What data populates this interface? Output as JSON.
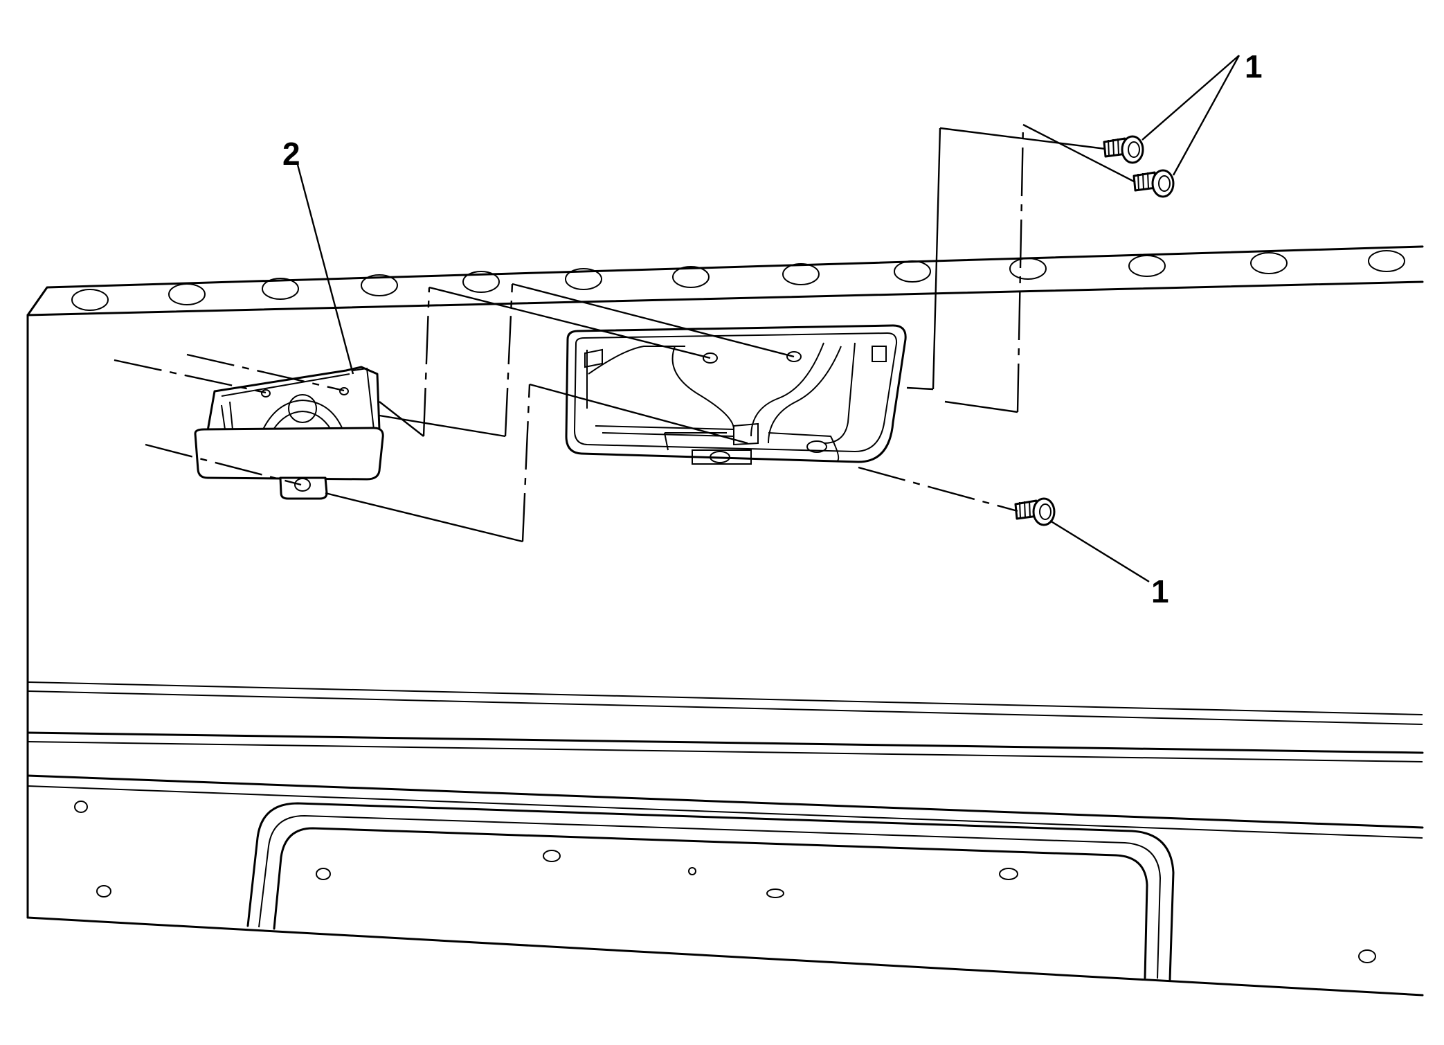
{
  "callouts": {
    "bolt_top": "1",
    "bolt_lower": "1",
    "lamp": "2"
  }
}
